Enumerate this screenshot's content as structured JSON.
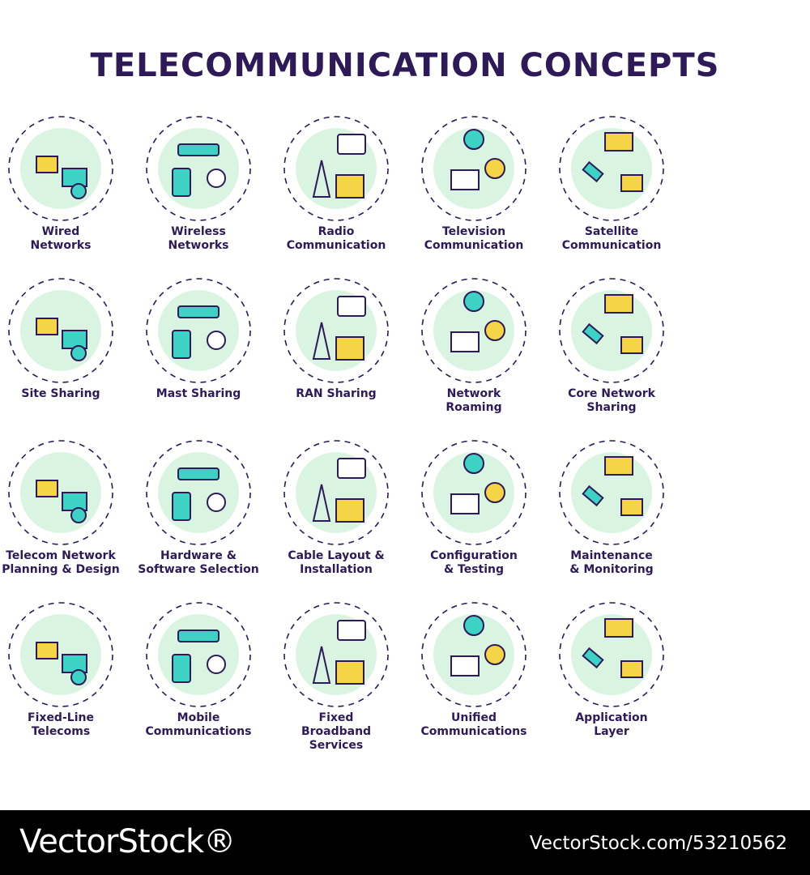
{
  "title": "TELECOMMUNICATION CONCEPTS",
  "colors": {
    "outline": "#2e1a59",
    "teal": "#3dd2c3",
    "yellow": "#f5d547",
    "mint": "#d9f5e2",
    "dash": "#2e1a59"
  },
  "concepts": [
    {
      "lines": [
        "Wired",
        "Networks"
      ],
      "icon": "wired-networks-icon"
    },
    {
      "lines": [
        "Wireless",
        "Networks"
      ],
      "icon": "wireless-networks-icon"
    },
    {
      "lines": [
        "Radio",
        "Communication"
      ],
      "icon": "radio-communication-icon"
    },
    {
      "lines": [
        "Television",
        "Communication"
      ],
      "icon": "television-communication-icon"
    },
    {
      "lines": [
        "Satellite",
        "Communication"
      ],
      "icon": "satellite-communication-icon"
    },
    {
      "lines": [
        "Site Sharing"
      ],
      "icon": "site-sharing-icon"
    },
    {
      "lines": [
        "Mast Sharing"
      ],
      "icon": "mast-sharing-icon"
    },
    {
      "lines": [
        "RAN Sharing"
      ],
      "icon": "ran-sharing-icon"
    },
    {
      "lines": [
        "Network",
        "Roaming"
      ],
      "icon": "network-roaming-icon"
    },
    {
      "lines": [
        "Core Network",
        "Sharing"
      ],
      "icon": "core-network-sharing-icon"
    },
    {
      "lines": [
        "Telecom Network",
        "Planning & Design"
      ],
      "icon": "network-planning-icon"
    },
    {
      "lines": [
        "Hardware &",
        "Software  Selection"
      ],
      "icon": "hardware-software-icon"
    },
    {
      "lines": [
        "Cable Layout &",
        "Installation"
      ],
      "icon": "cable-layout-icon"
    },
    {
      "lines": [
        "Configuration",
        "& Testing"
      ],
      "icon": "configuration-testing-icon"
    },
    {
      "lines": [
        "Maintenance",
        "& Monitoring"
      ],
      "icon": "maintenance-monitoring-icon"
    },
    {
      "lines": [
        "Fixed-Line",
        "Telecoms"
      ],
      "icon": "fixed-line-icon"
    },
    {
      "lines": [
        "Mobile",
        "Communications"
      ],
      "icon": "mobile-communications-icon"
    },
    {
      "lines": [
        "Fixed",
        "Broadband",
        "Services"
      ],
      "icon": "fixed-broadband-icon"
    },
    {
      "lines": [
        "Unified",
        "Communications"
      ],
      "icon": "unified-communications-icon"
    },
    {
      "lines": [
        "Application",
        "Layer"
      ],
      "icon": "application-layer-icon"
    }
  ],
  "footer": {
    "brand": "VectorStock®",
    "image_id": "VectorStock.com/53210562"
  }
}
